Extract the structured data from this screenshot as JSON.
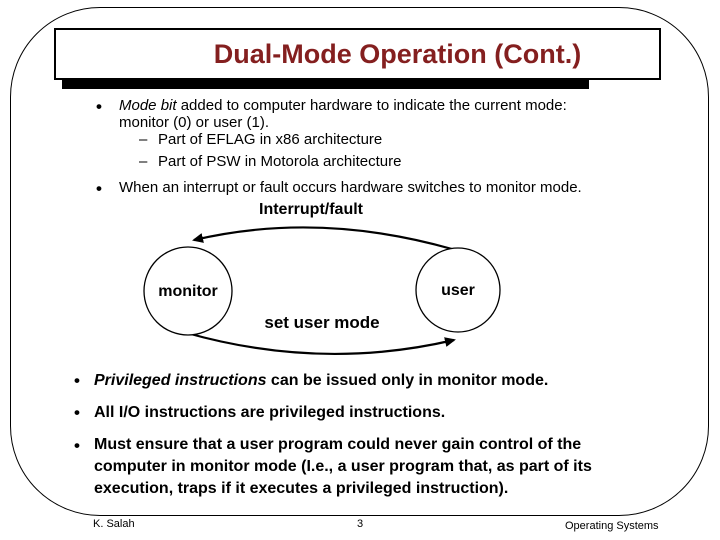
{
  "slide": {
    "title": "Dual-Mode Operation (Cont.)",
    "title_color": "#841f1f",
    "bullet_glyph": "•",
    "sub_bullet_glyph": "–",
    "bullets_top": {
      "b1_lead_italic": "Mode bit",
      "b1_rest": " added to computer hardware to indicate the current mode: monitor (0) or user (1).",
      "b1_sub1": "Part of EFLAG in x86 architecture",
      "b1_sub2": "Part of PSW in Motorola architecture",
      "b2": "When an interrupt or fault occurs hardware switches to monitor mode."
    },
    "diagram": {
      "top_arc_label": "Interrupt/fault",
      "bottom_arc_label": "set user mode",
      "left_state": "monitor",
      "right_state": "user",
      "line_color": "#000000"
    },
    "bullets_bottom": {
      "b3_lead_italic": "Privileged instructions",
      "b3_rest": " can be issued only in monitor mode.",
      "b4": "All I/O instructions are privileged instructions.",
      "b5": "Must ensure that a user program could never gain control of the computer in monitor mode (I.e., a user program that, as part of its execution, traps if it executes a privileged instruction)."
    },
    "footer": {
      "author": "K. Salah",
      "page_number": "3",
      "course": "Operating Systems"
    }
  }
}
